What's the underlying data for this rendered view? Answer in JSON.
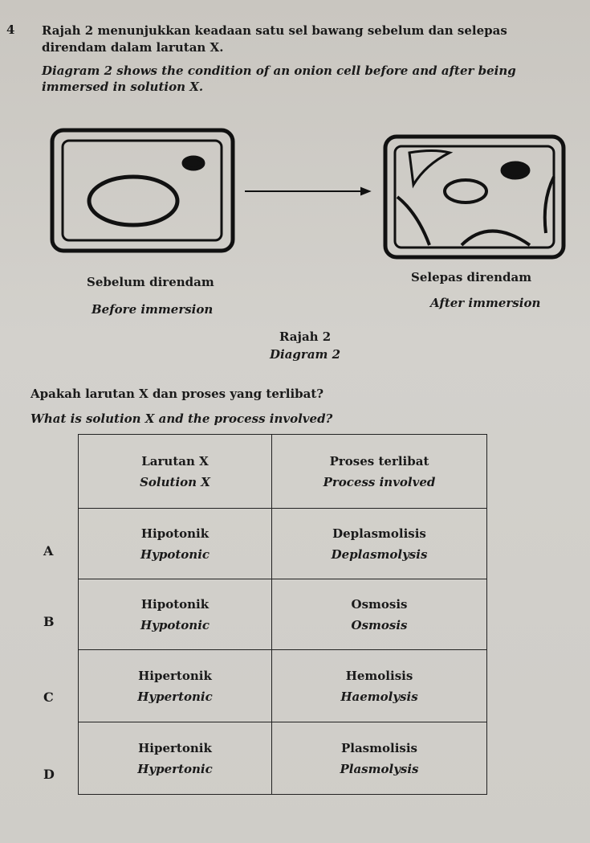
{
  "question": {
    "number": "4",
    "malay": "Rajah 2 menunjukkan keadaan satu sel bawang sebelum dan selepas direndam dalam larutan X.",
    "english": "Diagram 2 shows the condition of an onion cell before and after being immersed in solution X."
  },
  "diagram": {
    "before_malay": "Sebelum direndam",
    "before_english": "Before immersion",
    "after_malay": "Selepas direndam",
    "after_english": "After immersion",
    "caption_malay": "Rajah 2",
    "caption_english": "Diagram 2"
  },
  "prompt": {
    "malay": "Apakah larutan X dan proses yang terlibat?",
    "english": "What is solution X and the process involved?"
  },
  "table": {
    "headers": [
      {
        "malay": "Larutan X",
        "english": "Solution X"
      },
      {
        "malay": "Proses terlibat",
        "english": "Process involved"
      }
    ],
    "rows": [
      {
        "option": "A",
        "solution_malay": "Hipotonik",
        "solution_english": "Hypotonic",
        "process_malay": "Deplasmolisis",
        "process_english": "Deplasmolysis"
      },
      {
        "option": "B",
        "solution_malay": "Hipotonik",
        "solution_english": "Hypotonic",
        "process_malay": "Osmosis",
        "process_english": "Osmosis"
      },
      {
        "option": "C",
        "solution_malay": "Hipertonik",
        "solution_english": "Hypertonic",
        "process_malay": "Hemolisis",
        "process_english": "Haemolysis"
      },
      {
        "option": "D",
        "solution_malay": "Hipertonik",
        "solution_english": "Hypertonic",
        "process_malay": "Plasmolisis",
        "process_english": "Plasmolysis"
      }
    ]
  }
}
